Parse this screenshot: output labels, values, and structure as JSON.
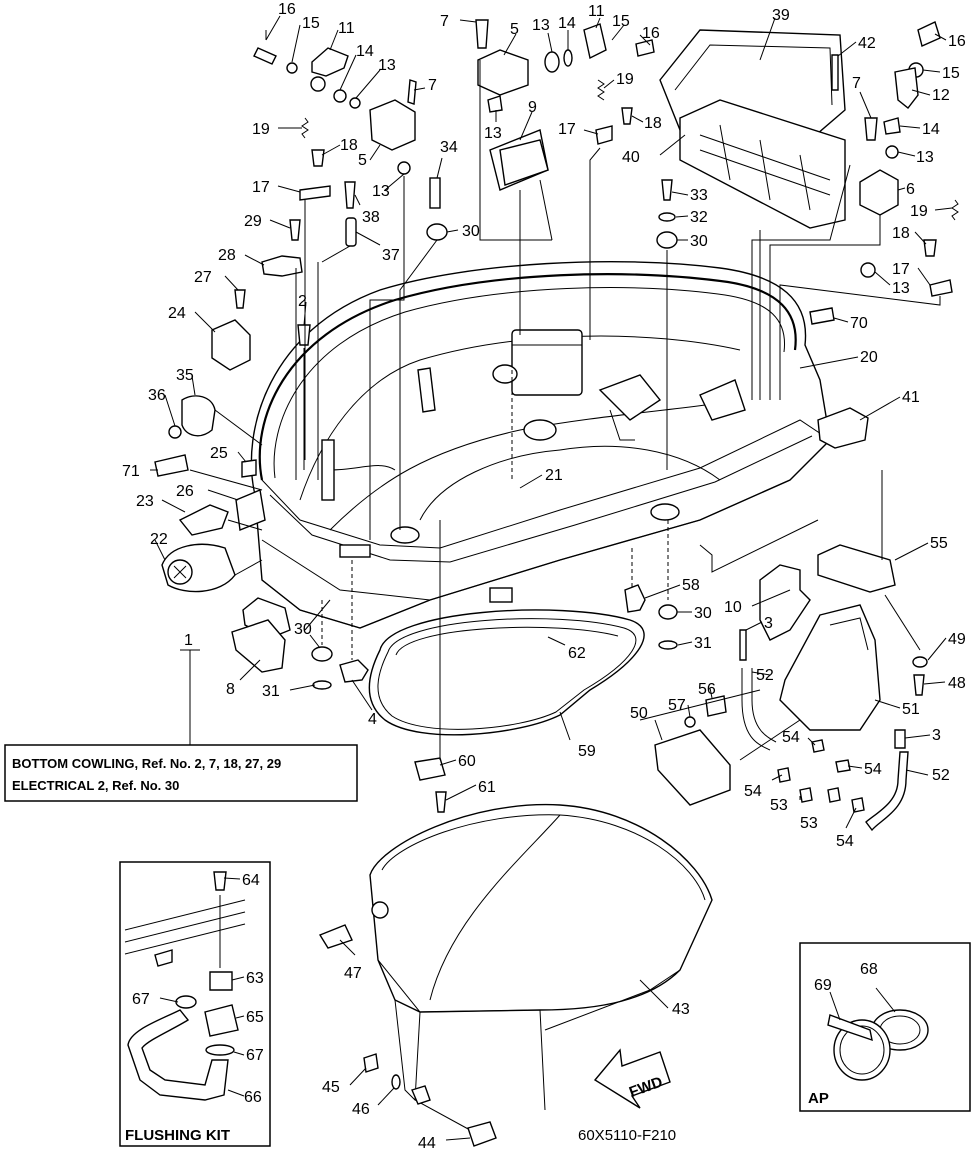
{
  "diagram": {
    "code": "60X5110-F210",
    "fwd_label": "FWD",
    "note_lines": [
      "BOTTOM COWLING, Ref. No. 2, 7, 18, 27, 29",
      "ELECTRICAL 2,   Ref. No. 30"
    ],
    "flushing_kit_title": "FLUSHING KIT",
    "ap_label": "AP",
    "callouts": [
      {
        "id": "c1",
        "text": "16"
      },
      {
        "id": "c2",
        "text": "15"
      },
      {
        "id": "c3",
        "text": "11"
      },
      {
        "id": "c4",
        "text": "14"
      },
      {
        "id": "c5",
        "text": "13"
      },
      {
        "id": "c6",
        "text": "7"
      },
      {
        "id": "c7",
        "text": "19"
      },
      {
        "id": "c8",
        "text": "18"
      },
      {
        "id": "c9",
        "text": "5"
      },
      {
        "id": "c10",
        "text": "13"
      },
      {
        "id": "c11",
        "text": "17"
      },
      {
        "id": "c12",
        "text": "38"
      },
      {
        "id": "c13",
        "text": "29"
      },
      {
        "id": "c14",
        "text": "37"
      },
      {
        "id": "c15",
        "text": "28"
      },
      {
        "id": "c16",
        "text": "34"
      },
      {
        "id": "c17",
        "text": "30"
      },
      {
        "id": "c18",
        "text": "7"
      },
      {
        "id": "c19",
        "text": "5"
      },
      {
        "id": "c20",
        "text": "13"
      },
      {
        "id": "c21",
        "text": "14"
      },
      {
        "id": "c22",
        "text": "11"
      },
      {
        "id": "c23",
        "text": "15"
      },
      {
        "id": "c24",
        "text": "16"
      },
      {
        "id": "c25",
        "text": "19"
      },
      {
        "id": "c26",
        "text": "13"
      },
      {
        "id": "c27",
        "text": "9"
      },
      {
        "id": "c28",
        "text": "17"
      },
      {
        "id": "c29",
        "text": "18"
      },
      {
        "id": "c30",
        "text": "39"
      },
      {
        "id": "c31",
        "text": "42"
      },
      {
        "id": "c32",
        "text": "40"
      },
      {
        "id": "c33",
        "text": "16"
      },
      {
        "id": "c34",
        "text": "15"
      },
      {
        "id": "c35",
        "text": "7"
      },
      {
        "id": "c36",
        "text": "12"
      },
      {
        "id": "c37",
        "text": "14"
      },
      {
        "id": "c38",
        "text": "13"
      },
      {
        "id": "c39",
        "text": "6"
      },
      {
        "id": "c40",
        "text": "33"
      },
      {
        "id": "c41",
        "text": "32"
      },
      {
        "id": "c42",
        "text": "30"
      },
      {
        "id": "c43",
        "text": "19"
      },
      {
        "id": "c44",
        "text": "18"
      },
      {
        "id": "c45",
        "text": "17"
      },
      {
        "id": "c46",
        "text": "13"
      },
      {
        "id": "c47",
        "text": "27"
      },
      {
        "id": "c48",
        "text": "2"
      },
      {
        "id": "c49",
        "text": "24"
      },
      {
        "id": "c50",
        "text": "70"
      },
      {
        "id": "c51",
        "text": "20"
      },
      {
        "id": "c52",
        "text": "35"
      },
      {
        "id": "c53",
        "text": "36"
      },
      {
        "id": "c54",
        "text": "41"
      },
      {
        "id": "c55",
        "text": "25"
      },
      {
        "id": "c56",
        "text": "71"
      },
      {
        "id": "c57",
        "text": "21"
      },
      {
        "id": "c58",
        "text": "26"
      },
      {
        "id": "c59",
        "text": "23"
      },
      {
        "id": "c60",
        "text": "22"
      },
      {
        "id": "c61",
        "text": "55"
      },
      {
        "id": "c62",
        "text": "58"
      },
      {
        "id": "c63",
        "text": "30"
      },
      {
        "id": "c64",
        "text": "10"
      },
      {
        "id": "c65",
        "text": "49"
      },
      {
        "id": "c66",
        "text": "3"
      },
      {
        "id": "c67",
        "text": "31"
      },
      {
        "id": "c68",
        "text": "62"
      },
      {
        "id": "c69",
        "text": "30"
      },
      {
        "id": "c70",
        "text": "1"
      },
      {
        "id": "c71",
        "text": "52"
      },
      {
        "id": "c72",
        "text": "48"
      },
      {
        "id": "c73",
        "text": "8"
      },
      {
        "id": "c74",
        "text": "31"
      },
      {
        "id": "c75",
        "text": "4"
      },
      {
        "id": "c76",
        "text": "56"
      },
      {
        "id": "c77",
        "text": "50"
      },
      {
        "id": "c78",
        "text": "57"
      },
      {
        "id": "c79",
        "text": "51"
      },
      {
        "id": "c80",
        "text": "3"
      },
      {
        "id": "c81",
        "text": "54"
      },
      {
        "id": "c82",
        "text": "59"
      },
      {
        "id": "c83",
        "text": "52"
      },
      {
        "id": "c84",
        "text": "54"
      },
      {
        "id": "c85",
        "text": "54"
      },
      {
        "id": "c86",
        "text": "53"
      },
      {
        "id": "c87",
        "text": "60"
      },
      {
        "id": "c88",
        "text": "61"
      },
      {
        "id": "c89",
        "text": "53"
      },
      {
        "id": "c90",
        "text": "54"
      },
      {
        "id": "c91",
        "text": "64"
      },
      {
        "id": "c92",
        "text": "47"
      },
      {
        "id": "c93",
        "text": "63"
      },
      {
        "id": "c94",
        "text": "67"
      },
      {
        "id": "c95",
        "text": "65"
      },
      {
        "id": "c96",
        "text": "43"
      },
      {
        "id": "c97",
        "text": "68"
      },
      {
        "id": "c98",
        "text": "69"
      },
      {
        "id": "c99",
        "text": "67"
      },
      {
        "id": "c100",
        "text": "45"
      },
      {
        "id": "c101",
        "text": "66"
      },
      {
        "id": "c102",
        "text": "46"
      },
      {
        "id": "c103",
        "text": "44"
      }
    ]
  }
}
